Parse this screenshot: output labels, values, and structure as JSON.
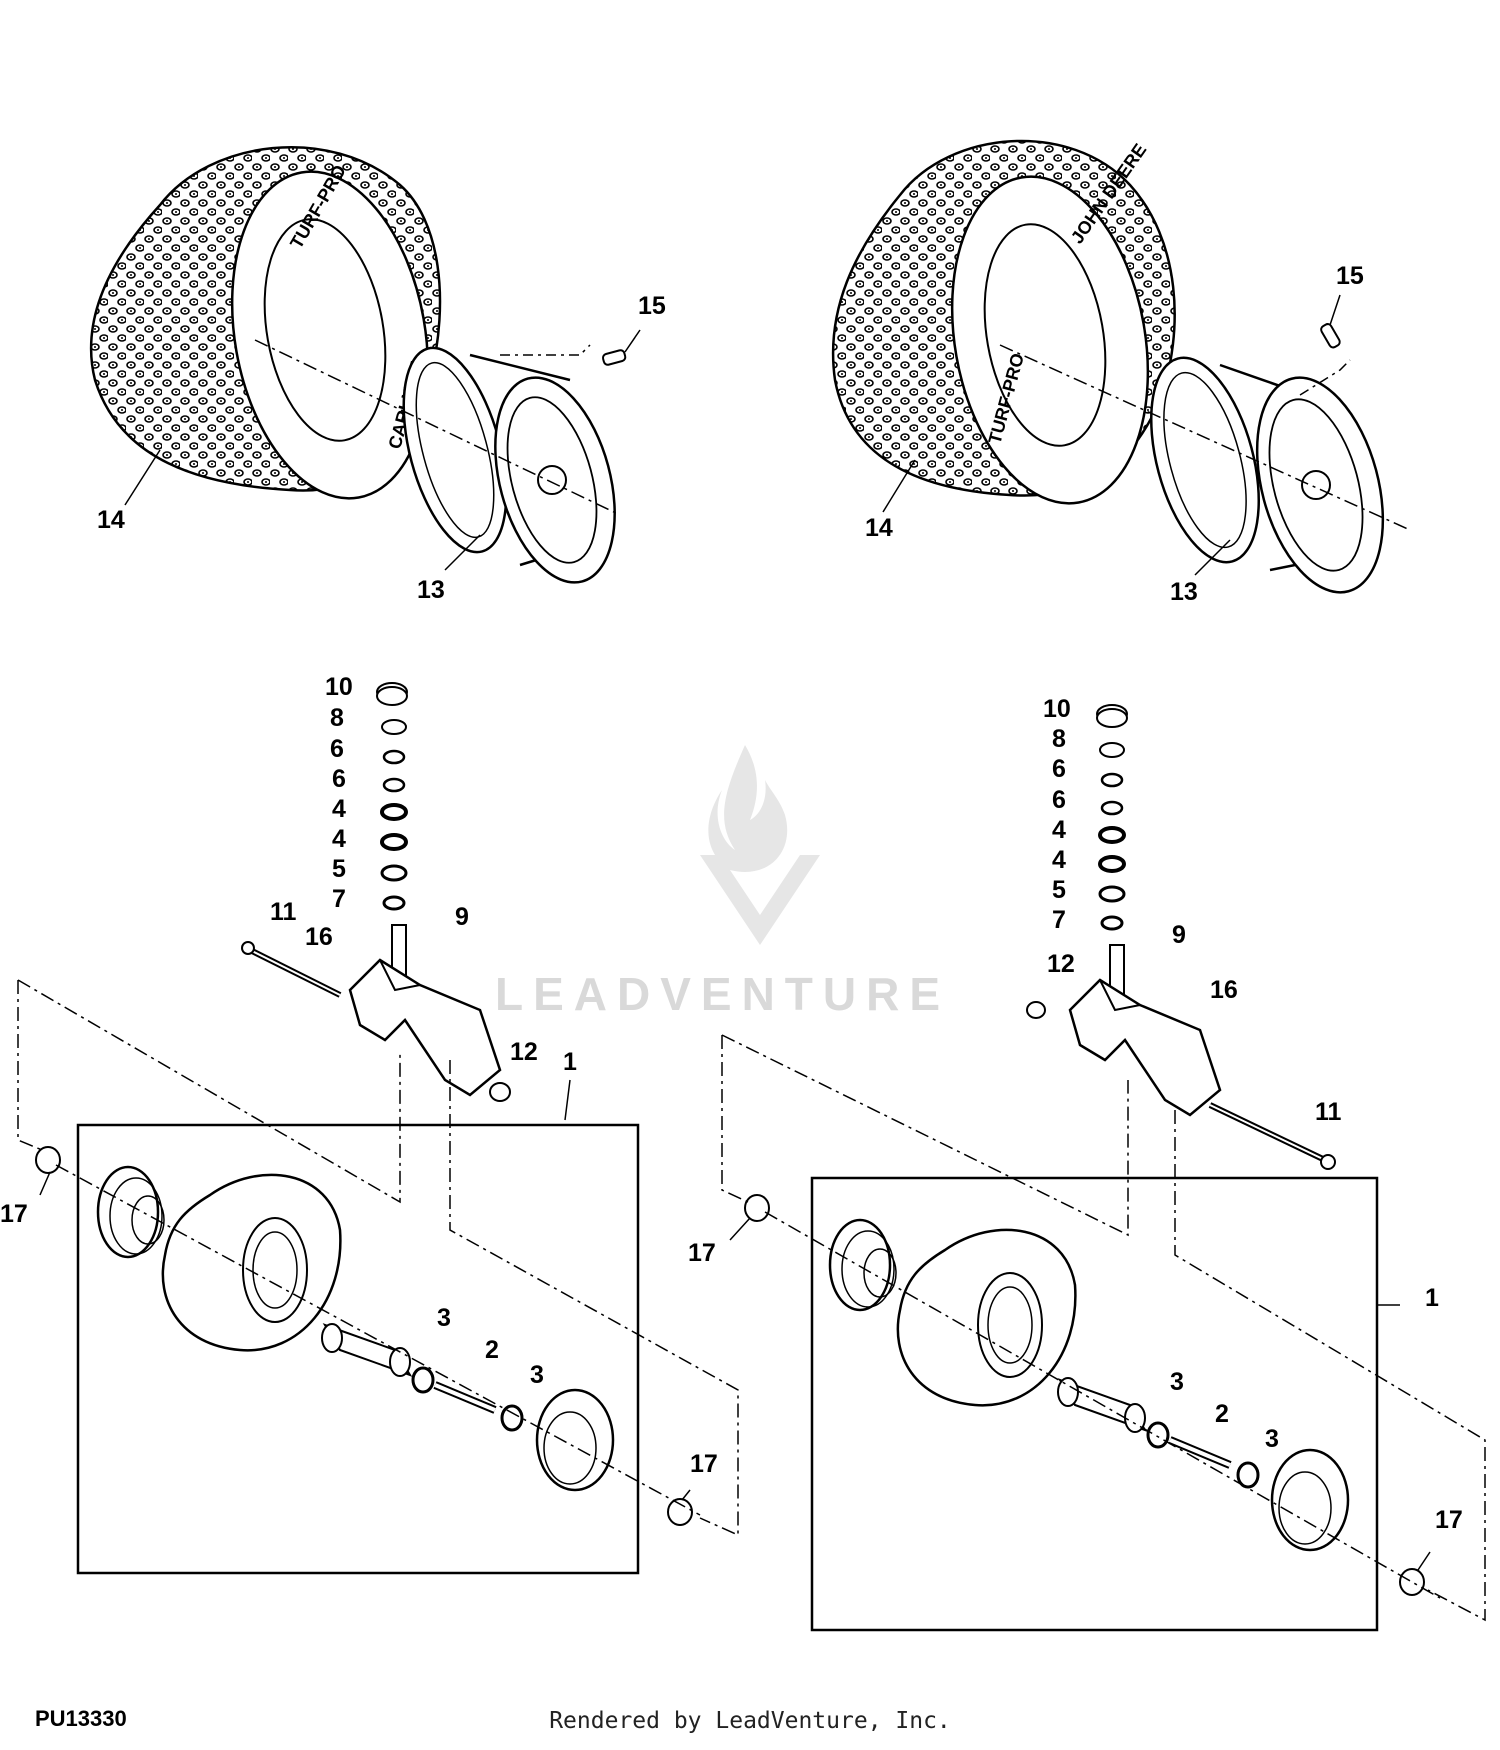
{
  "figure_id": "PU13330",
  "footer": "Rendered by LeadVenture, Inc.",
  "watermark": "LEADVENTURE",
  "tire_sidewall_left": {
    "brand": "TURF-PRO",
    "maker": "CARLISLE"
  },
  "tire_sidewall_right": {
    "brand": "JOHN DEERE",
    "model": "TURF-PRO"
  },
  "callouts": {
    "c1a": "1",
    "c1b": "1",
    "c2a": "2",
    "c2b": "2",
    "c3a": "3",
    "c3b": "3",
    "c3c": "3",
    "c3d": "3",
    "c4a": "4",
    "c4b": "4",
    "c4c": "4",
    "c4d": "4",
    "c5a": "5",
    "c5b": "5",
    "c6a": "6",
    "c6b": "6",
    "c6c": "6",
    "c6d": "6",
    "c7a": "7",
    "c7b": "7",
    "c8a": "8",
    "c8b": "8",
    "c9a": "9",
    "c9b": "9",
    "c10a": "10",
    "c10b": "10",
    "c11a": "11",
    "c11b": "11",
    "c12a": "12",
    "c12b": "12",
    "c13a": "13",
    "c13b": "13",
    "c14a": "14",
    "c14b": "14",
    "c15a": "15",
    "c15b": "15",
    "c16a": "16",
    "c16b": "16",
    "c17a": "17",
    "c17b": "17",
    "c17c": "17",
    "c17d": "17"
  },
  "colors": {
    "line": "#000000",
    "watermark": "#d9d9d9"
  }
}
